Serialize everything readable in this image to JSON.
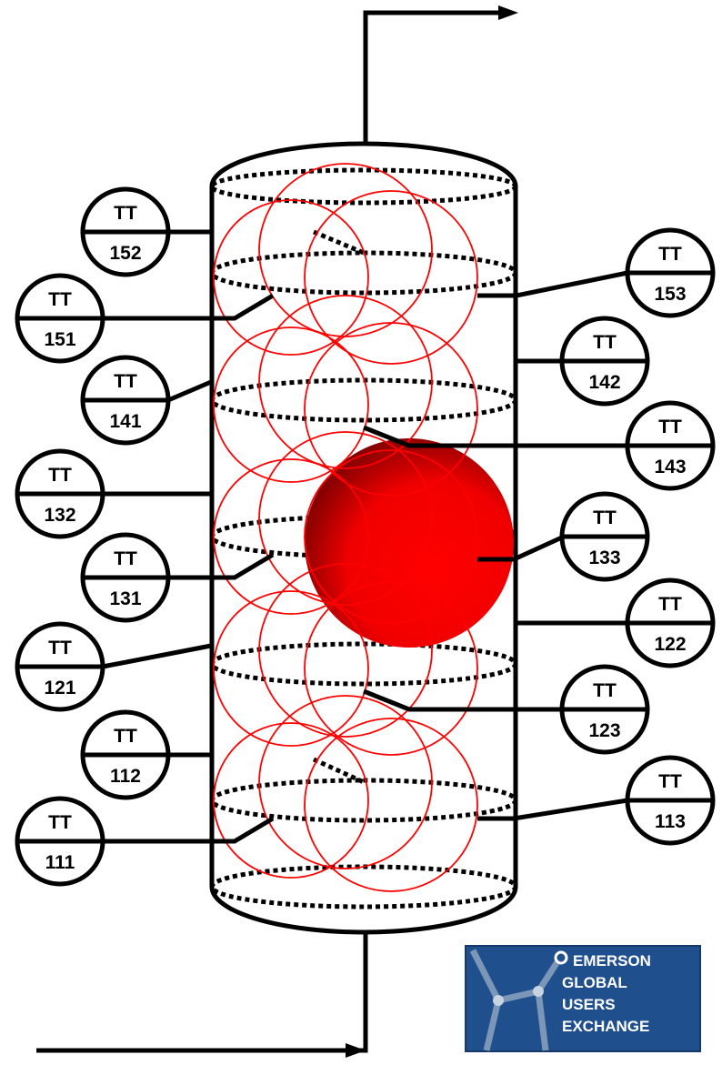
{
  "transmitters": [
    {
      "tag": "TT",
      "number": "152"
    },
    {
      "tag": "TT",
      "number": "151"
    },
    {
      "tag": "TT",
      "number": "141"
    },
    {
      "tag": "TT",
      "number": "132"
    },
    {
      "tag": "TT",
      "number": "131"
    },
    {
      "tag": "TT",
      "number": "121"
    },
    {
      "tag": "TT",
      "number": "112"
    },
    {
      "tag": "TT",
      "number": "111"
    },
    {
      "tag": "TT",
      "number": "153"
    },
    {
      "tag": "TT",
      "number": "142"
    },
    {
      "tag": "TT",
      "number": "143"
    },
    {
      "tag": "TT",
      "number": "133"
    },
    {
      "tag": "TT",
      "number": "122"
    },
    {
      "tag": "TT",
      "number": "123"
    },
    {
      "tag": "TT",
      "number": "113"
    }
  ],
  "logo": {
    "line1": "EMERSON",
    "line2": "GLOBAL",
    "line3": "USERS",
    "line4": "EXCHANGE",
    "background": "#1f4f8c"
  },
  "colors": {
    "outline": "#000000",
    "circles": "#ff0000",
    "hotspot": "#ff0000"
  }
}
